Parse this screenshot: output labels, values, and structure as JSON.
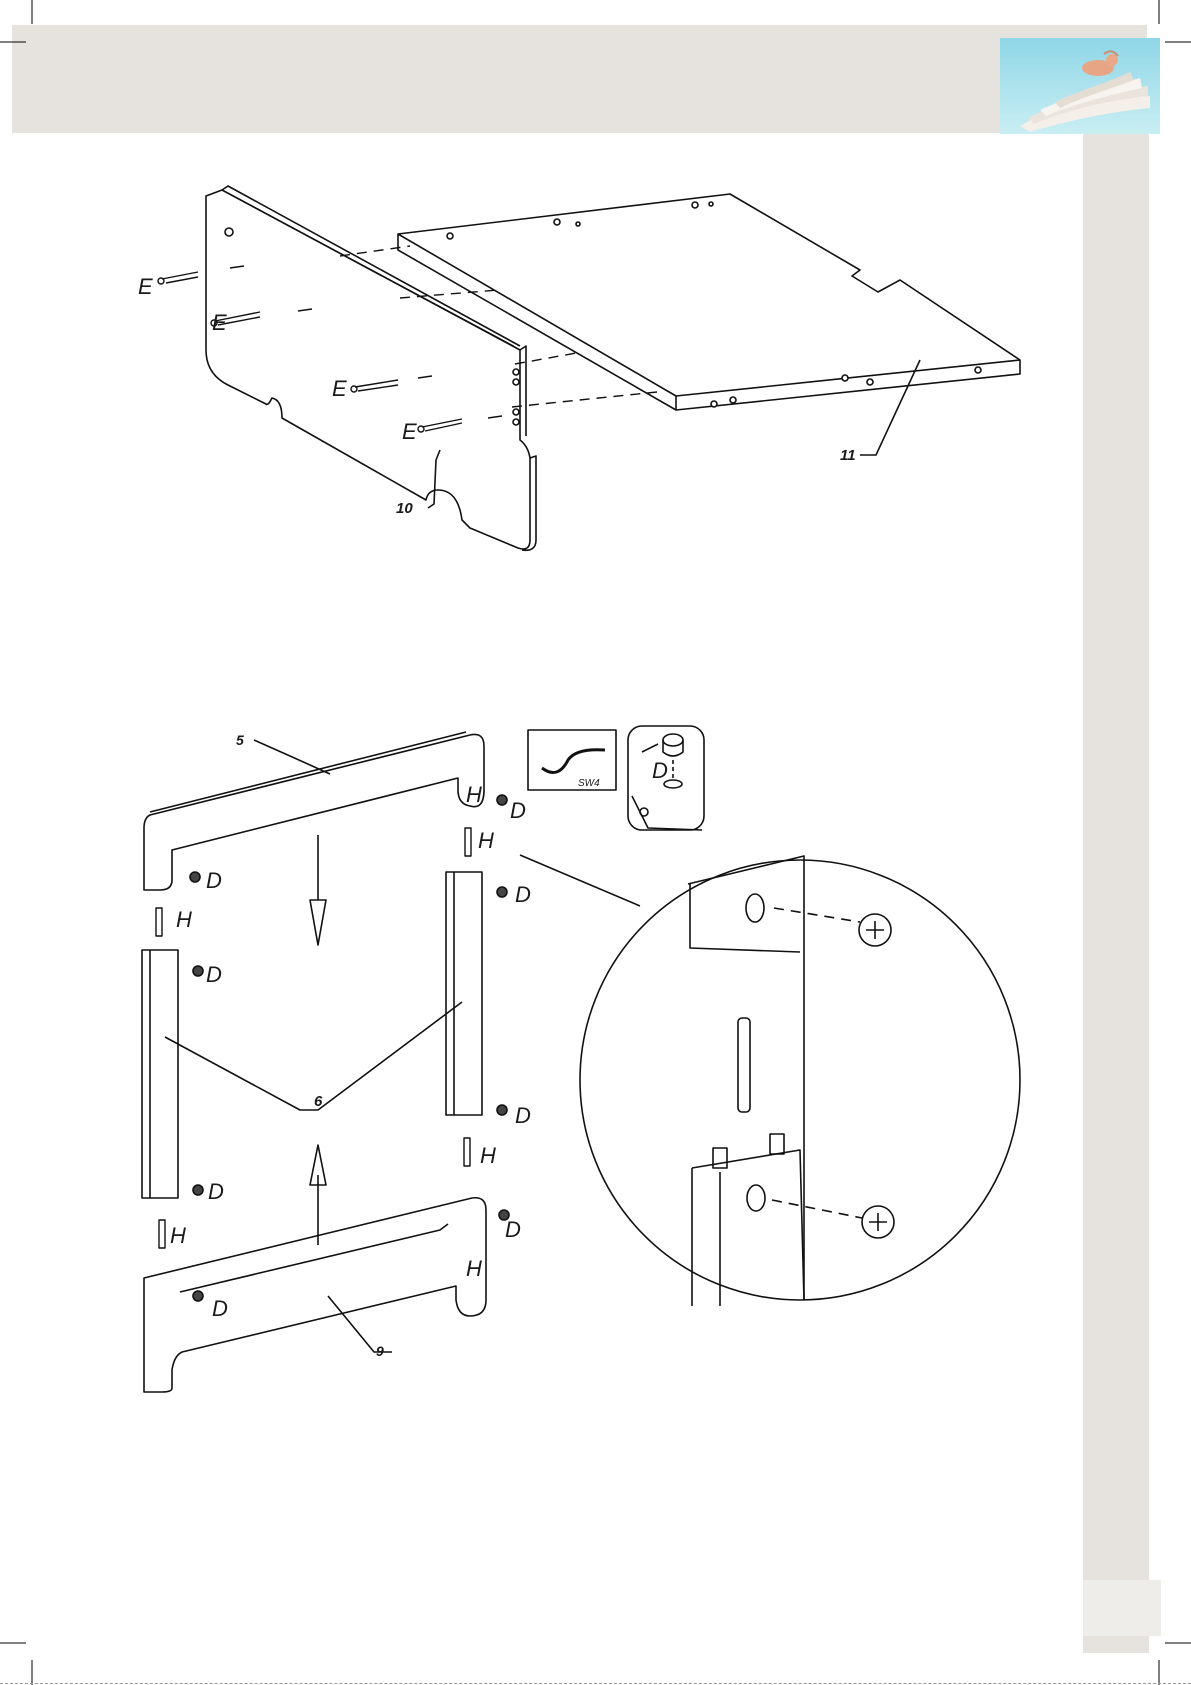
{
  "figure_top": {
    "part_left": "10",
    "part_right": "11",
    "screw": "E"
  },
  "figure_bottom": {
    "rail_top": "5",
    "rail_bottom": "9",
    "posts": "6",
    "cam_lock": "D",
    "dowel": "H",
    "tool_label": "SW4"
  }
}
